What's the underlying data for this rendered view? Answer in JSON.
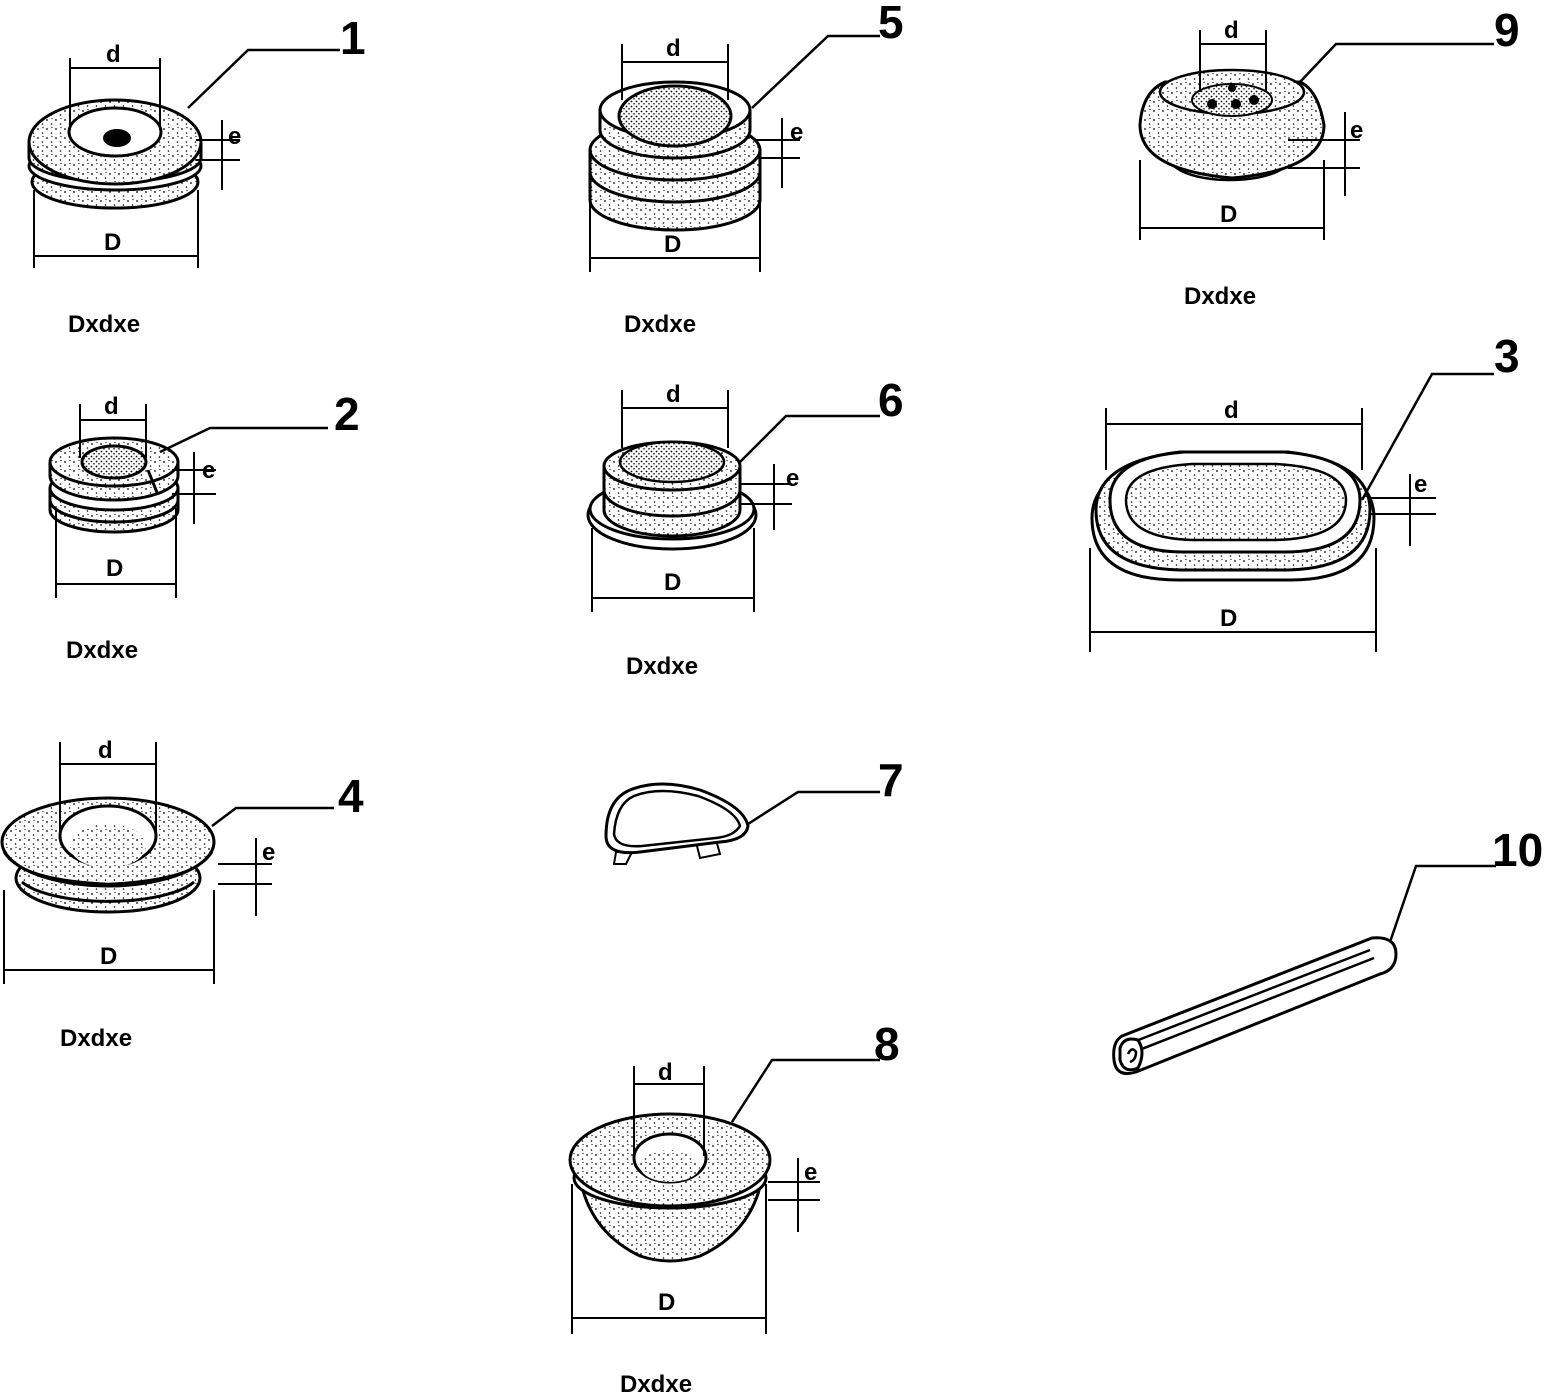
{
  "caption": "Dxdxe",
  "dim": {
    "outer": "D",
    "inner": "d",
    "thickness": "e"
  },
  "items": [
    {
      "number": "1",
      "caption": "Dxdxe"
    },
    {
      "number": "2",
      "caption": "Dxdxe"
    },
    {
      "number": "3",
      "caption": ""
    },
    {
      "number": "4",
      "caption": "Dxdxe"
    },
    {
      "number": "5",
      "caption": "Dxdxe"
    },
    {
      "number": "6",
      "caption": "Dxdxe"
    },
    {
      "number": "7",
      "caption": ""
    },
    {
      "number": "8",
      "caption": "Dxdxe"
    },
    {
      "number": "9",
      "caption": "Dxdxe"
    },
    {
      "number": "10",
      "caption": ""
    }
  ]
}
